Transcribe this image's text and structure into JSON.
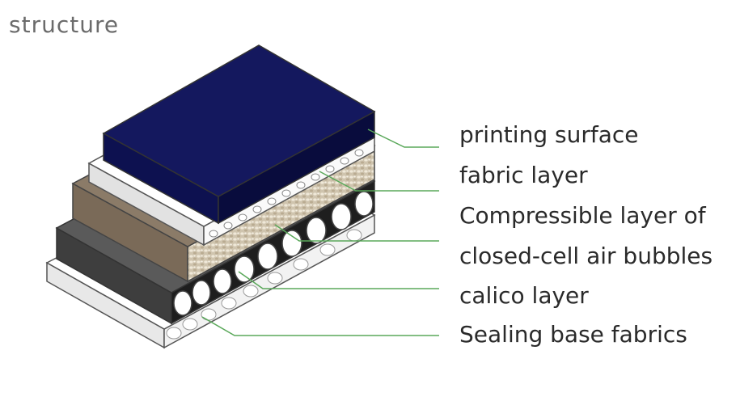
{
  "heading": "structure",
  "labels": [
    "printing surface",
    "fabric layer",
    "Compressible layer of",
    "closed-cell air bubbles",
    "calico layer",
    "Sealing base fabrics"
  ],
  "colors": {
    "top_surface": "#14185e",
    "fabric": "#eeeeee",
    "compressible": "#7a6a58",
    "calico": "#4a4a4a",
    "base": "#f0f0f0",
    "leader_line": "#5aa85a",
    "heading": "#6b6b6b"
  }
}
